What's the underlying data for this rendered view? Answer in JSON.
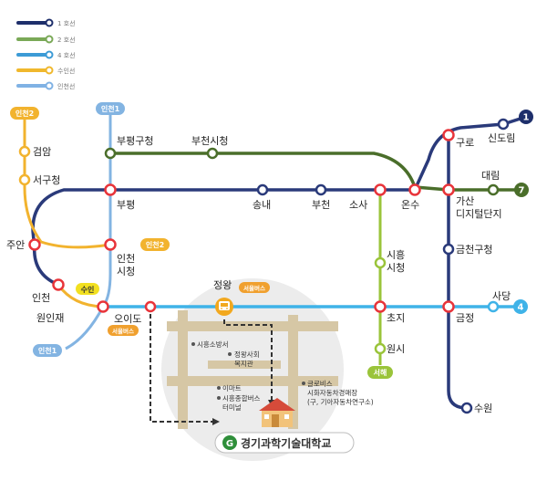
{
  "legend": [
    {
      "label": "1 호선",
      "color": "#1e2f6b"
    },
    {
      "label": "2 호선",
      "color": "#7aa957"
    },
    {
      "label": "4 호선",
      "color": "#3c9bd6"
    },
    {
      "label": "수인선",
      "color": "#f0b82d"
    },
    {
      "label": "인천선",
      "color": "#80b2e4"
    }
  ],
  "line_colors": {
    "line1": "#2a3a7a",
    "line7": "#4a6e2a",
    "line4": "#3fb3e8",
    "incheon2": "#f2b32e",
    "incheon1": "#83b4e2",
    "suin": "#f2b32e",
    "seohae": "#9ac43a",
    "transfer": "#e8343a",
    "busbadge": "#f0a02e"
  },
  "stations": {
    "bupyeonggucheong": "부평구청",
    "bucheonsicheong": "부천시청",
    "geomam": "검암",
    "seogucheong": "서구청",
    "juan": "주안",
    "bupyeong": "부평",
    "songnae": "송내",
    "bucheon": "부천",
    "sosa": "소사",
    "onsu": "온수",
    "guro": "구로",
    "sindorim": "신도림",
    "daerim": "대림",
    "gasan": "가산\n디지털단지",
    "geumcheongucheong": "금천구청",
    "incheon_sicheong": "인천\n시청",
    "siheung_sicheong": "시흥\n시청",
    "incheon": "인천",
    "woninjae": "원인재",
    "oido": "오이도",
    "jeongwang": "정왕",
    "choji": "초지",
    "wonsi": "원시",
    "geumjeong": "금정",
    "sadang": "사당",
    "suwon": "수원"
  },
  "badges": {
    "incheon2_top": "인천2",
    "incheon1_top": "인천1",
    "incheon2_mid": "인천2",
    "suin": "수인",
    "incheon1_bottom": "인천1",
    "seohae": "서해",
    "line1": "1",
    "line7": "7",
    "line4": "4",
    "seoul_bus_1": "서울버스",
    "seoul_bus_2": "서울버스"
  },
  "inset": {
    "fire_station": "시흥소방서",
    "welfare": "정왕사회\n복지관",
    "emart": "이마트",
    "bus_terminal": "시흥종합버스\n터미널",
    "glovis": "글로비스\n시화자동차경매장\n(구, 기아자동차연구소)"
  },
  "university": "경기과학기술대학교",
  "university_logo_letter": "G"
}
